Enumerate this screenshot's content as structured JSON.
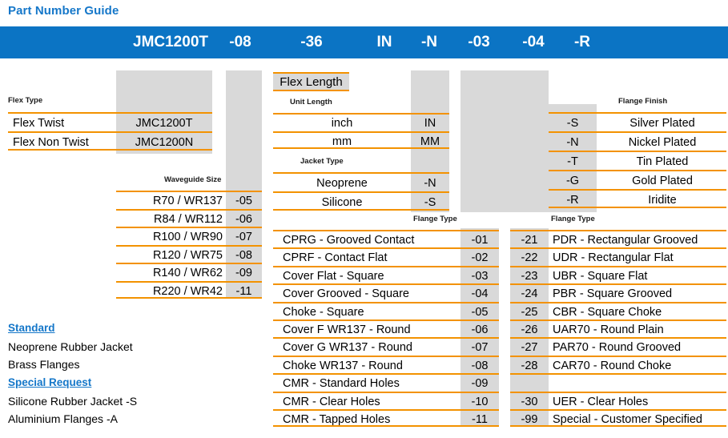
{
  "page": {
    "title": "Part Number Guide",
    "accent_blue": "#0b74c4",
    "accent_orange": "#f39200",
    "gray": "#d9d9d9",
    "link_blue": "#1577c9"
  },
  "partnumber_bar": {
    "segments": [
      {
        "label": "JMC1200T",
        "name": "flex-type-code"
      },
      {
        "label": "-08",
        "name": "waveguide-size-code"
      },
      {
        "label": "-36",
        "name": "flex-length-code"
      },
      {
        "label": "IN",
        "name": "unit-length-code"
      },
      {
        "label": "-N",
        "name": "jacket-type-code"
      },
      {
        "label": "-03",
        "name": "flange-type-1-code"
      },
      {
        "label": "-04",
        "name": "flange-type-2-code"
      },
      {
        "label": "-R",
        "name": "flange-finish-code"
      }
    ]
  },
  "flex_type": {
    "header": "Flex Type",
    "rows": [
      {
        "label": "Flex Twist",
        "code": "JMC1200T"
      },
      {
        "label": "Flex Non Twist",
        "code": "JMC1200N"
      }
    ]
  },
  "waveguide_size": {
    "header": "Waveguide Size",
    "rows": [
      {
        "label": "R70 / WR137",
        "code": "-05"
      },
      {
        "label": "R84 / WR112",
        "code": "-06"
      },
      {
        "label": "R100 / WR90",
        "code": "-07"
      },
      {
        "label": "R120 / WR75",
        "code": "-08"
      },
      {
        "label": "R140 / WR62",
        "code": "-09"
      },
      {
        "label": "R220 / WR42",
        "code": "-11"
      }
    ]
  },
  "flex_length": {
    "boxed_label": "Flex Length"
  },
  "unit_length": {
    "header": "Unit Length",
    "rows": [
      {
        "label": "inch",
        "code": "IN"
      },
      {
        "label": "mm",
        "code": "MM"
      }
    ]
  },
  "jacket_type": {
    "header": "Jacket Type",
    "rows": [
      {
        "label": "Neoprene",
        "code": "-N"
      },
      {
        "label": "Silicone",
        "code": "-S"
      }
    ]
  },
  "flange_finish": {
    "header": "Flange Finish",
    "rows": [
      {
        "code": "-S",
        "label": "Silver Plated"
      },
      {
        "code": "-N",
        "label": "Nickel Plated"
      },
      {
        "code": "-T",
        "label": "Tin Plated"
      },
      {
        "code": "-G",
        "label": "Gold Plated"
      },
      {
        "code": "-R",
        "label": "Iridite"
      }
    ]
  },
  "flange_type_left": {
    "header": "Flange Type",
    "rows": [
      {
        "label": "CPRG - Grooved Contact",
        "code": "-01"
      },
      {
        "label": "CPRF - Contact Flat",
        "code": "-02"
      },
      {
        "label": "Cover Flat - Square",
        "code": "-03"
      },
      {
        "label": "Cover Grooved - Square",
        "code": "-04"
      },
      {
        "label": "Choke - Square",
        "code": "-05"
      },
      {
        "label": "Cover F  WR137 - Round",
        "code": "-06"
      },
      {
        "label": "Cover G WR137 -  Round",
        "code": "-07"
      },
      {
        "label": "Choke WR137 - Round",
        "code": "-08"
      },
      {
        "label": "CMR - Standard Holes",
        "code": "-09"
      },
      {
        "label": "CMR - Clear Holes",
        "code": "-10"
      },
      {
        "label": "CMR - Tapped Holes",
        "code": "-11"
      }
    ]
  },
  "flange_type_right": {
    "header": "Flange Type",
    "rows": [
      {
        "code": "-21",
        "label": "PDR - Rectangular Grooved"
      },
      {
        "code": "-22",
        "label": "UDR - Rectangular Flat"
      },
      {
        "code": "-23",
        "label": "UBR - Square Flat"
      },
      {
        "code": "-24",
        "label": "PBR - Square Grooved"
      },
      {
        "code": "-25",
        "label": "CBR - Square Choke"
      },
      {
        "code": "-26",
        "label": "UAR70 - Round Plain"
      },
      {
        "code": "-27",
        "label": "PAR70 - Round Grooved"
      },
      {
        "code": "-28",
        "label": "CAR70 - Round Choke"
      },
      {
        "code": "",
        "label": ""
      },
      {
        "code": "-30",
        "label": "UER - Clear Holes"
      },
      {
        "code": "-99",
        "label": "Special - Customer Specified"
      }
    ]
  },
  "notes": {
    "standard_heading": "Standard",
    "standard_lines": [
      "Neoprene Rubber Jacket",
      "Brass Flanges"
    ],
    "special_heading": "Special Request",
    "special_lines": [
      "Silicone Rubber  Jacket  -S",
      "Aluminium Flanges  -A"
    ]
  }
}
